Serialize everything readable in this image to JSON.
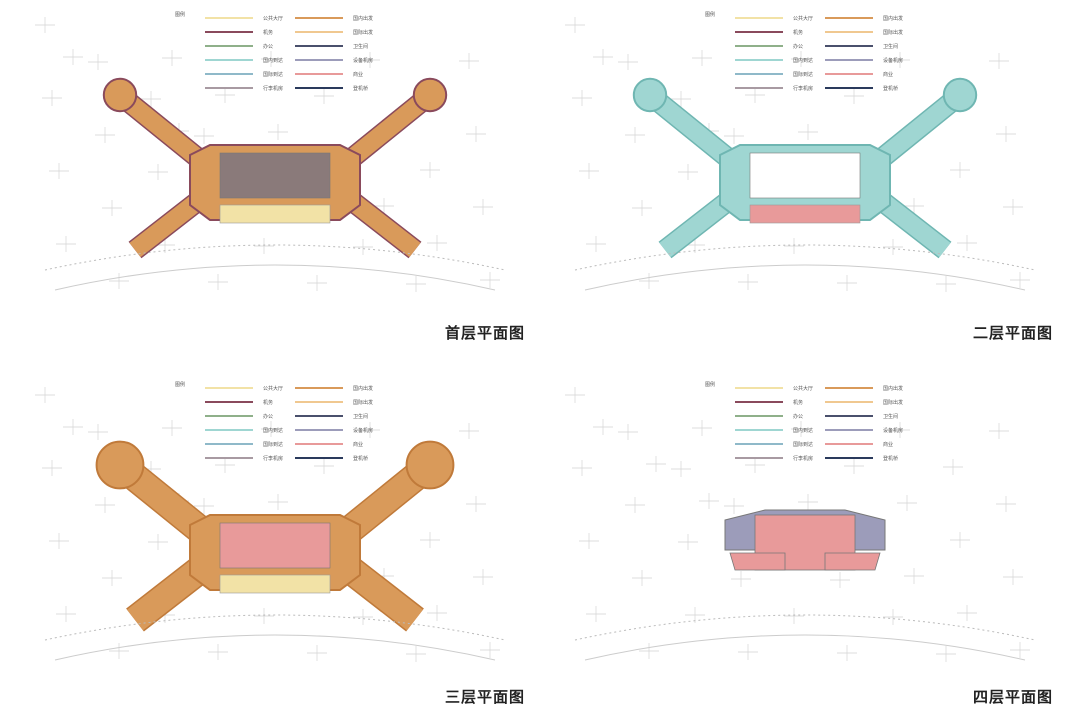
{
  "legend": {
    "heading": "图例",
    "items": [
      {
        "label": "公共大厅",
        "color": "#f2e2a6"
      },
      {
        "label": "机务",
        "color": "#8a4a5c"
      },
      {
        "label": "办公",
        "color": "#8fb08a"
      },
      {
        "label": "国内到达",
        "color": "#9fd6d2"
      },
      {
        "label": "国际到达",
        "color": "#8fb9c9"
      },
      {
        "label": "行李机房",
        "color": "#a89aa2"
      },
      {
        "label": "国内出发",
        "color": "#d99a5a"
      },
      {
        "label": "国际出发",
        "color": "#f0c890"
      },
      {
        "label": "卫生间",
        "color": "#4a506c"
      },
      {
        "label": "设备机房",
        "color": "#9c9cba"
      },
      {
        "label": "商业",
        "color": "#e89a9a"
      },
      {
        "label": "登机桥",
        "color": "#2a3a5c"
      }
    ]
  },
  "plans": [
    {
      "title": "首层平面图",
      "arm": "#d99a5a",
      "core": "#8a7a7a",
      "front": "#f2e2a6",
      "edge": "#8a4a5c",
      "full": true
    },
    {
      "title": "二层平面图",
      "arm": "#9fd6d2",
      "core": "#ffffff",
      "front": "#e89a9a",
      "edge": "#6fb6b2",
      "full": true
    },
    {
      "title": "三层平面图",
      "arm": "#d99a5a",
      "core": "#e89a9a",
      "front": "#f2e2a6",
      "edge": "#c07a3a",
      "full": true
    },
    {
      "title": "四层平面图",
      "arm": "#ffffff",
      "core": "#e89a9a",
      "front": "#9c9cba",
      "edge": "#aaaaaa",
      "full": false
    }
  ]
}
